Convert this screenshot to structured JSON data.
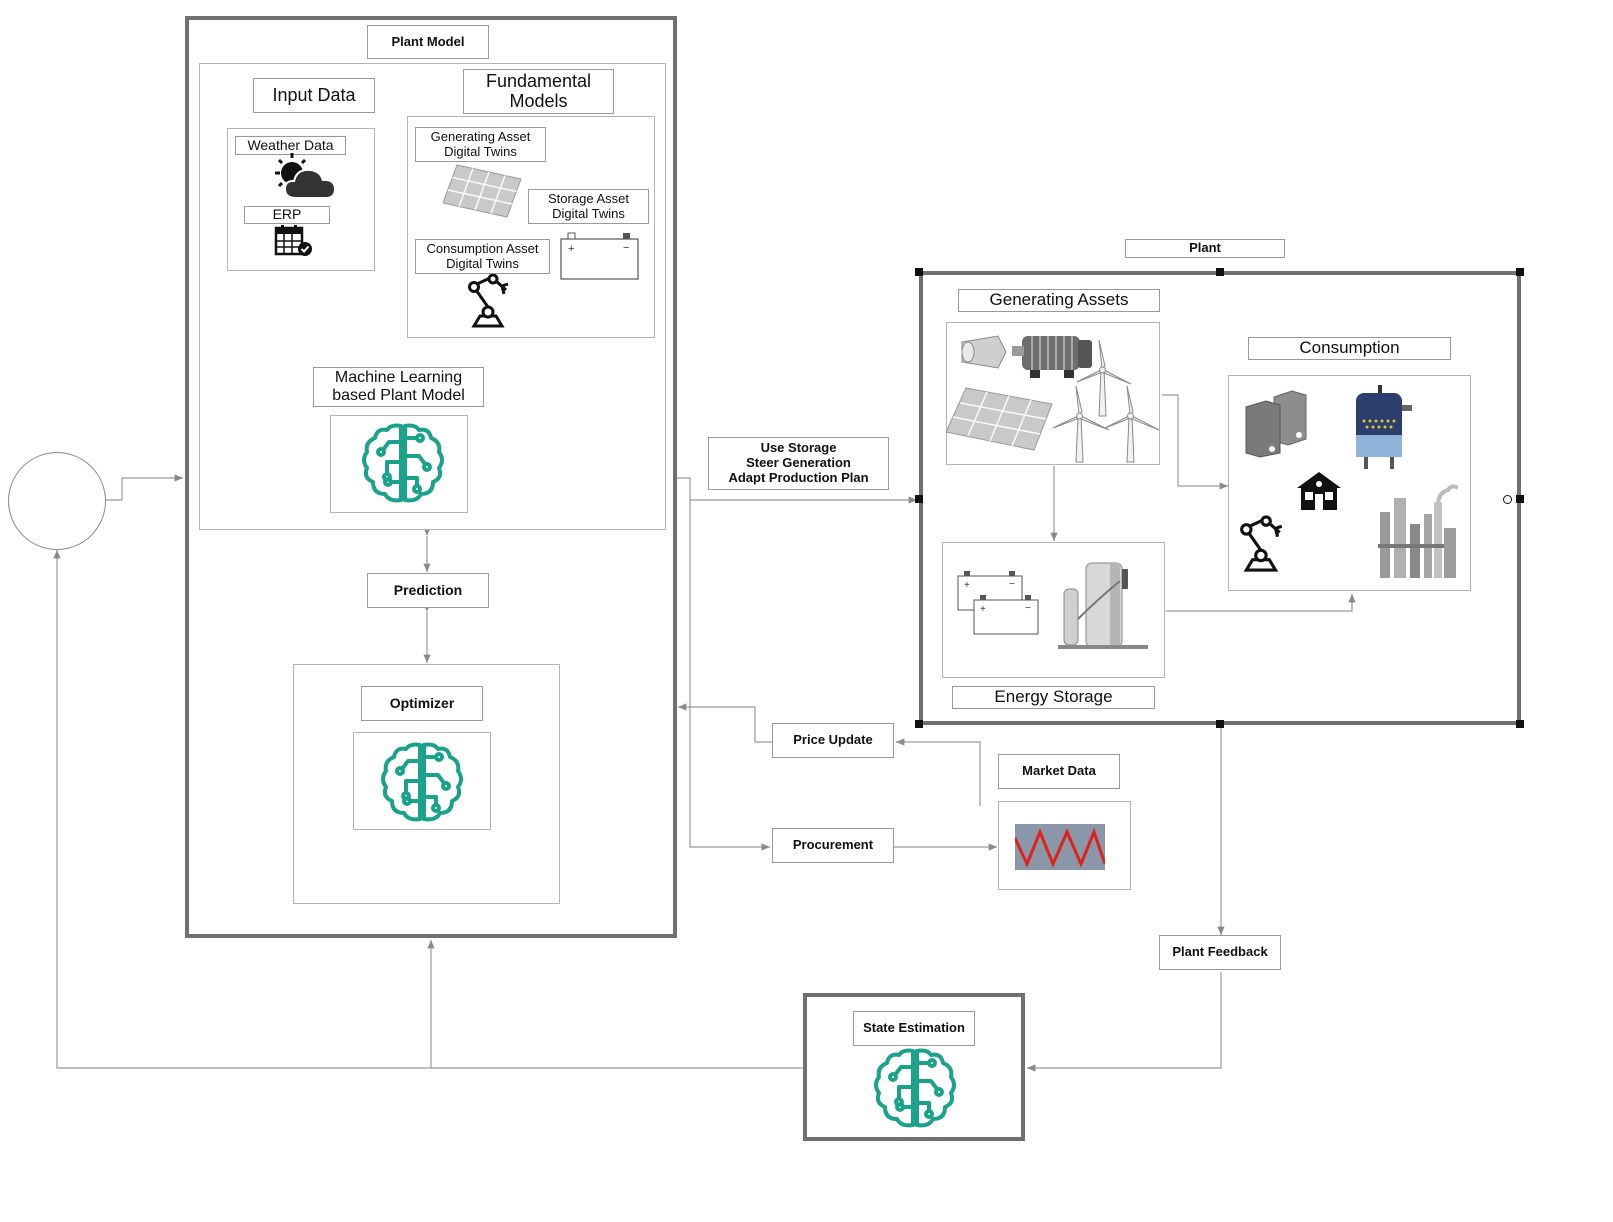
{
  "plant_model": {
    "title": "Plant Model",
    "input_data": {
      "title": "Input Data",
      "weather": "Weather Data",
      "erp": "ERP"
    },
    "fundamental_models": {
      "title": "Fundamental Models",
      "generating": "Generating Asset Digital Twins",
      "storage": "Storage Asset Digital Twins",
      "consumption": "Consumption Asset Digital Twins"
    },
    "ml_model": "Machine Learning based Plant Model",
    "prediction": "Prediction",
    "optimizer": "Optimizer"
  },
  "actions": {
    "line1": "Use Storage",
    "line2": "Steer Generation",
    "line3": "Adapt Production Plan"
  },
  "plant": {
    "title": "Plant",
    "generating_assets": "Generating Assets",
    "consumption": "Consumption",
    "energy_storage": "Energy Storage"
  },
  "price_update": "Price Update",
  "market_data": "Market Data",
  "procurement": "Procurement",
  "plant_feedback": "Plant Feedback",
  "state_estimation": "State Estimation",
  "colors": {
    "brain": "#1aa38a",
    "frame": "#707070",
    "line": "#9a9a9a",
    "market_wave": "#e0201b",
    "market_bg": "#8a97a8"
  },
  "icons": [
    "sun-cloud-icon",
    "calendar-check-icon",
    "solar-panel-icon",
    "battery-icon",
    "robot-arm-icon",
    "brain-circuit-icon",
    "turbine-icon",
    "motor-icon",
    "wind-turbine-icon",
    "server-icon",
    "tank-icon",
    "house-icon",
    "factory-icon",
    "storage-tank-icon"
  ]
}
